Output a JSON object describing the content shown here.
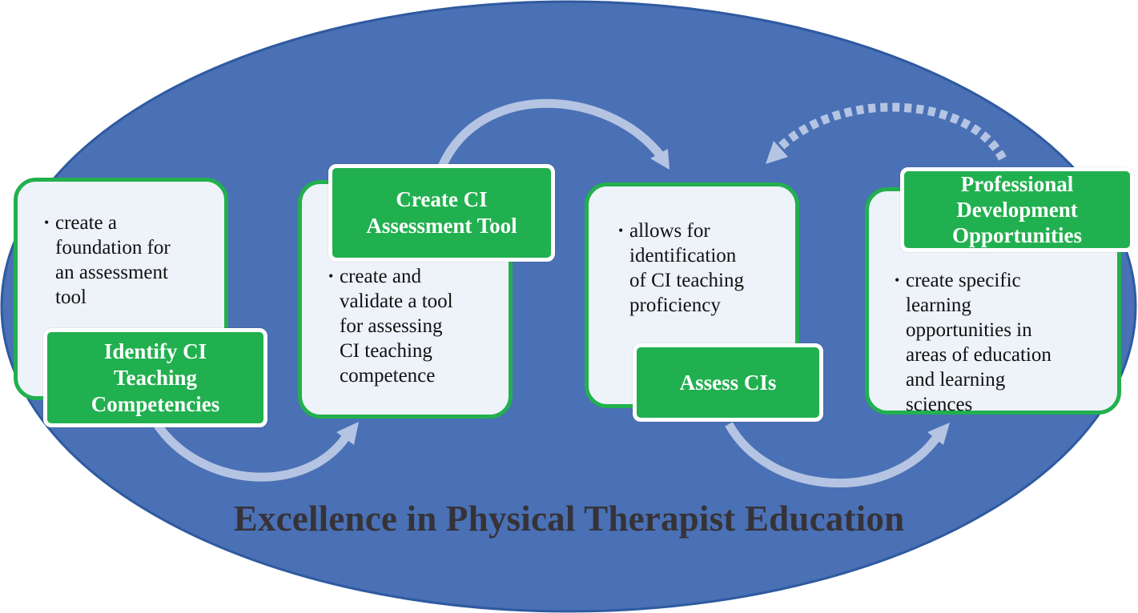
{
  "colors": {
    "ellipse_fill": "#4a70b5",
    "ellipse_edge": "#2e5aa0",
    "card_fill": "#eef2f9",
    "card_border": "#22b04e",
    "label_fill": "#21b04f",
    "arrow": "#b4c4e2",
    "title_text": "#363338"
  },
  "title": "Excellence in Physical Therapist Education",
  "steps": [
    {
      "label": [
        "Identify CI",
        "Teaching",
        "Competencies"
      ],
      "bullet": [
        "create a",
        "foundation for",
        "an assessment",
        "tool"
      ]
    },
    {
      "label": [
        "Create CI",
        "Assessment Tool"
      ],
      "bullet": [
        "create and",
        "validate a tool",
        "for assessing",
        "CI teaching",
        "competence"
      ]
    },
    {
      "label": [
        "Assess CIs"
      ],
      "bullet": [
        "allows for",
        "identification",
        "of CI teaching",
        "proficiency"
      ]
    },
    {
      "label": [
        "Professional",
        "Development",
        "Opportunities"
      ],
      "bullet": [
        "create specific",
        "learning",
        "opportunities in",
        "areas of education",
        "and learning",
        "sciences"
      ]
    }
  ],
  "connectors": [
    {
      "from": "Identify CI Teaching Competencies",
      "to": "Create CI Assessment Tool",
      "style": "solid"
    },
    {
      "from": "Create CI Assessment Tool",
      "to": "Assess CIs",
      "style": "solid"
    },
    {
      "from": "Assess CIs",
      "to": "Professional Development Opportunities",
      "style": "solid"
    },
    {
      "from": "Professional Development Opportunities",
      "to": "Assess CIs",
      "style": "dashed"
    }
  ],
  "bullet_glyph": "•"
}
